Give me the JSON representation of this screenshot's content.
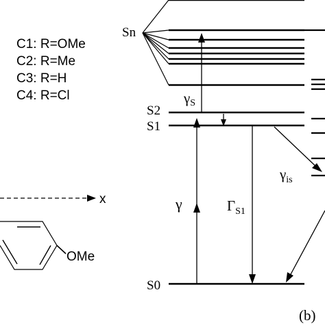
{
  "substituents": {
    "items": [
      {
        "label": "C1: R=OMe"
      },
      {
        "label": "C2: R=Me"
      },
      {
        "label": "C3: R=H"
      },
      {
        "label": "C4: R=Cl"
      }
    ]
  },
  "molecule": {
    "axis_label": "x",
    "substituent_label": "OMe"
  },
  "levels": {
    "sn": "Sn",
    "s2": "S2",
    "s1": "S1",
    "s0": "S0"
  },
  "rates": {
    "gamma_s": {
      "symbol": "γ",
      "sub": "S"
    },
    "gamma": {
      "symbol": "γ"
    },
    "Gamma_s1": {
      "symbol": "Γ",
      "sub": "S1"
    },
    "gamma_is": {
      "symbol": "γ",
      "sub": "is"
    }
  },
  "panel_label": "(b)"
}
